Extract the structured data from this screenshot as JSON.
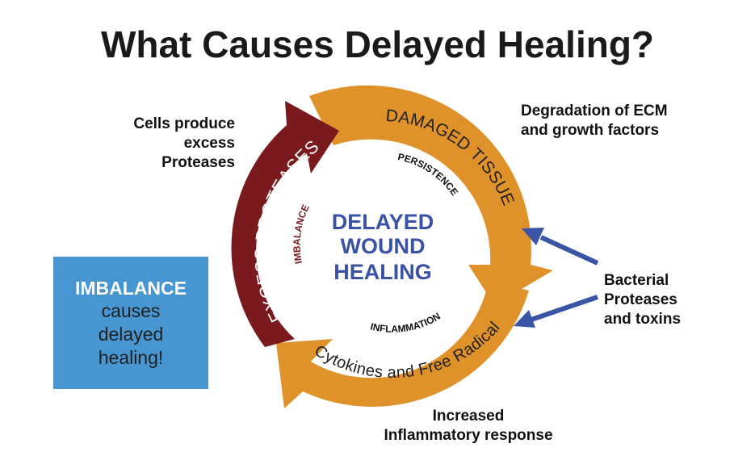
{
  "title": "What Causes Delayed Healing?",
  "cycle": {
    "damaged_tissue": "DAMAGED TISSUE",
    "excess_proteases": "EXCESS PROTEASES",
    "cytokines": "Cytokines and Free Radicals",
    "persistence": "PERSISTENCE",
    "imbalance_inner": "IMBALANCE",
    "inflammation": "INFLAMMATION",
    "center": [
      "DELAYED",
      "WOUND",
      "HEALING"
    ]
  },
  "notes": {
    "cells": [
      "Cells produce",
      "excess",
      "Proteases"
    ],
    "degradation": [
      "Degradation of ECM",
      "and growth factors"
    ],
    "bacterial": [
      "Bacterial",
      "Proteases",
      "and toxins"
    ],
    "inflammatory": [
      "Increased",
      "Inflammatory response"
    ]
  },
  "imbalance_box": {
    "heading": "IMBALANCE",
    "lines": [
      "causes",
      "delayed",
      "healing!"
    ]
  },
  "colors": {
    "orange": "#e0922a",
    "dark_red": "#7a1a1e",
    "blue_text": "#3a52a5",
    "arrow_blue": "#3a55a5",
    "box_blue": "#4796d1"
  }
}
